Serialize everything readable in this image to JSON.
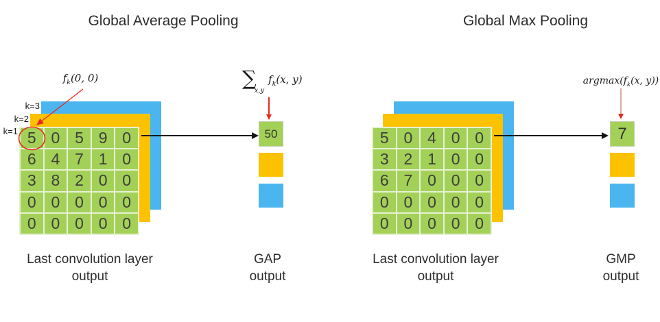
{
  "left": {
    "title": "Global Average Pooling",
    "pointer_label": {
      "base": "f",
      "sub": "k",
      "rest": "(0, 0)"
    },
    "layer_labels": [
      "k=3",
      "k=2",
      "k=1"
    ],
    "grid": [
      [
        "5",
        "0",
        "5",
        "9",
        "0"
      ],
      [
        "6",
        "4",
        "7",
        "1",
        "0"
      ],
      [
        "3",
        "8",
        "2",
        "0",
        "0"
      ],
      [
        "0",
        "0",
        "0",
        "0",
        "0"
      ],
      [
        "0",
        "0",
        "0",
        "0",
        "0"
      ]
    ],
    "formula": {
      "sigma": "∑",
      "sigma_sub": "x,y",
      "base": "f",
      "base_sub": "k",
      "rest": "(x, y)"
    },
    "output_value": "50",
    "caption": "Last convolution layer\noutput",
    "output_caption": "GAP\noutput"
  },
  "right": {
    "title": "Global Max Pooling",
    "grid": [
      [
        "5",
        "0",
        "4",
        "0",
        "0"
      ],
      [
        "3",
        "2",
        "1",
        "0",
        "0"
      ],
      [
        "6",
        "7",
        "0",
        "0",
        "0"
      ],
      [
        "0",
        "0",
        "0",
        "0",
        "0"
      ],
      [
        "0",
        "0",
        "0",
        "0",
        "0"
      ]
    ],
    "formula": {
      "prefix": "argmax(",
      "base": "f",
      "base_sub": "k",
      "rest": "(x, y))"
    },
    "output_value": "7",
    "caption": "Last convolution layer\noutput",
    "output_caption": "GMP\noutput"
  },
  "colors": {
    "feature_green": "#a3d158",
    "feature_yellow": "#fcc200",
    "feature_blue": "#4ab5ee",
    "annotation_red": "#e8281e",
    "arrow_black": "#141414"
  }
}
